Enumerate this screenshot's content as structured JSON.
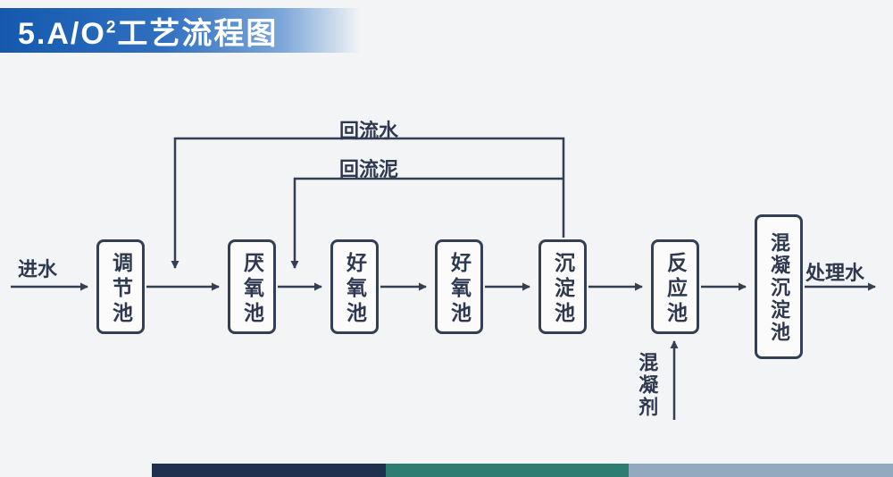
{
  "title": {
    "text_main": "5.A/O",
    "superscript": "2",
    "text_rest": "工艺流程图"
  },
  "flow": {
    "influent_label": "进水",
    "effluent_label": "处理水",
    "recycle_water_label": "回流水",
    "recycle_sludge_label": "回流泥",
    "coagulant_label": "混凝剂",
    "nodes": [
      {
        "label": "调节池"
      },
      {
        "label": "厌氧池"
      },
      {
        "label": "好氧池"
      },
      {
        "label": "好氧池"
      },
      {
        "label": "沉淀池"
      },
      {
        "label": "反应池"
      },
      {
        "label": "混凝沉淀池"
      }
    ]
  },
  "colors": {
    "banner_start": "#1459ae",
    "banner_end": "#7ba6d8",
    "line": "#333f52",
    "box_border": "#333f52",
    "text": "#2e3950",
    "background": "#f3f4f5",
    "footer_navy": "#20304f",
    "footer_teal": "#2e7d72",
    "footer_blue": "#93a9c0"
  }
}
